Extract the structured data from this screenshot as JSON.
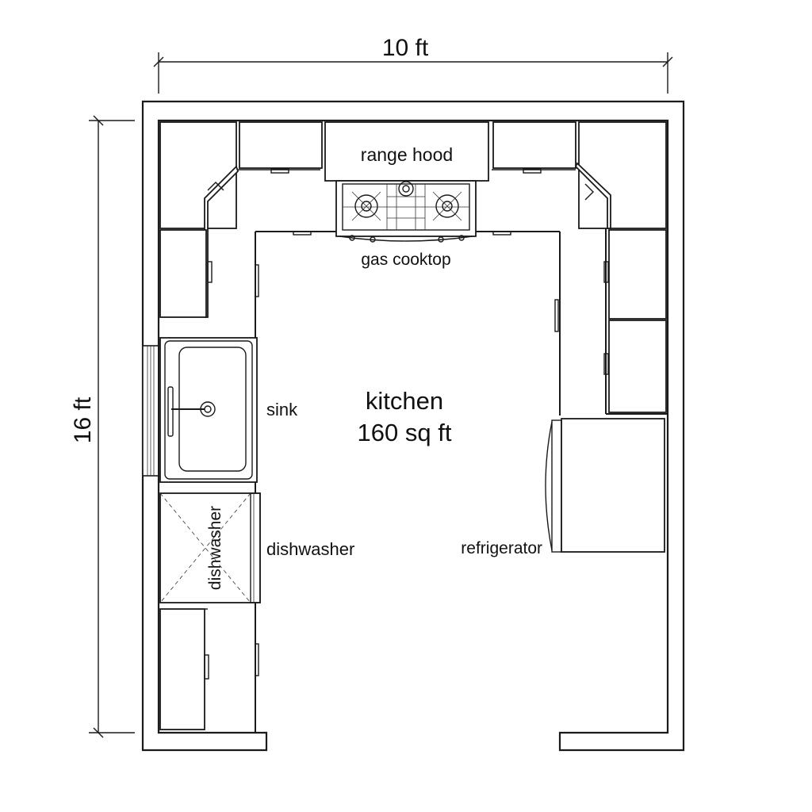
{
  "dimensions": {
    "width": "10 ft",
    "height": "16 ft"
  },
  "room": {
    "name": "kitchen",
    "area": "160 sq ft"
  },
  "labels": {
    "range_hood": "range hood",
    "cooktop": "gas cooktop",
    "sink": "sink",
    "dishwasher": "dishwasher",
    "dishwasher_door": "dishwasher",
    "refrigerator": "refrigerator"
  },
  "colors": {
    "line": "#1a1a1a",
    "background": "#ffffff"
  }
}
